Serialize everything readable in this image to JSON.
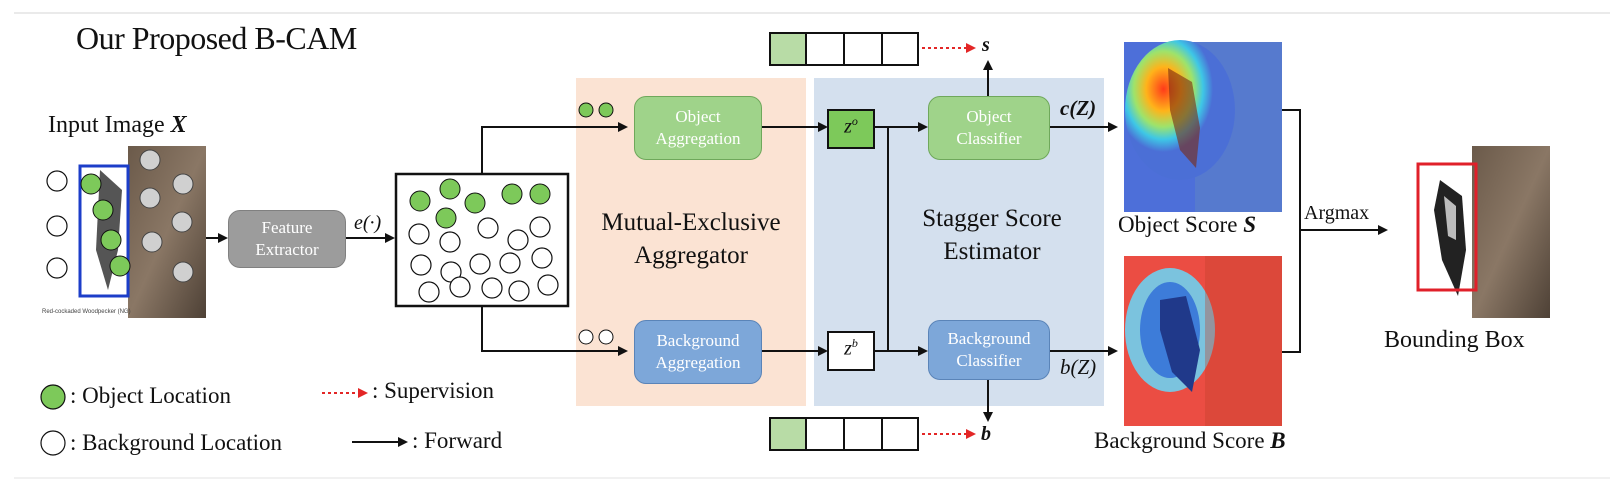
{
  "title": "Our Proposed B-CAM",
  "input": {
    "label": "Input Image ",
    "symbol": "X",
    "caption": "Red-cockaded Woodpecker (NG)"
  },
  "feature_extractor": {
    "line1": "Feature",
    "line2": "Extractor"
  },
  "e_label": "e(·)",
  "aggregator": {
    "line1": "Mutual-Exclusive",
    "line2": "Aggregator"
  },
  "object_aggregation": {
    "line1": "Object",
    "line2": "Aggregation"
  },
  "background_aggregation": {
    "line1": "Background",
    "line2": "Aggregation"
  },
  "estimator": {
    "line1": "Stagger Score",
    "line2": "Estimator"
  },
  "z_object": {
    "base": "z",
    "sup": "o"
  },
  "z_background": {
    "base": "z",
    "sup": "b"
  },
  "object_classifier": {
    "line1": "Object",
    "line2": "Classifier"
  },
  "background_classifier": {
    "line1": "Background",
    "line2": "Classifier"
  },
  "c_label": "c(Z)",
  "b_label": "b(Z)",
  "s_symbol": "s",
  "b_symbol": "b",
  "object_score": {
    "label": "Object Score ",
    "symbol": "S"
  },
  "background_score": {
    "label": "Background Score ",
    "symbol": "B"
  },
  "argmax": "Argmax",
  "bounding_box": "Bounding Box",
  "legend": {
    "object_location": ": Object Location",
    "background_location": ": Background Location",
    "supervision": ": Supervision",
    "forward": ": Forward"
  },
  "colors": {
    "object_green": "#7dc95a",
    "background_blue": "#7da7d9",
    "aggregator_bg": "#fbe3d3",
    "estimator_bg": "#d4e0ee",
    "supervision_red": "#e32626",
    "box_red": "#e0202a",
    "box_blue": "#1c3ec9"
  }
}
